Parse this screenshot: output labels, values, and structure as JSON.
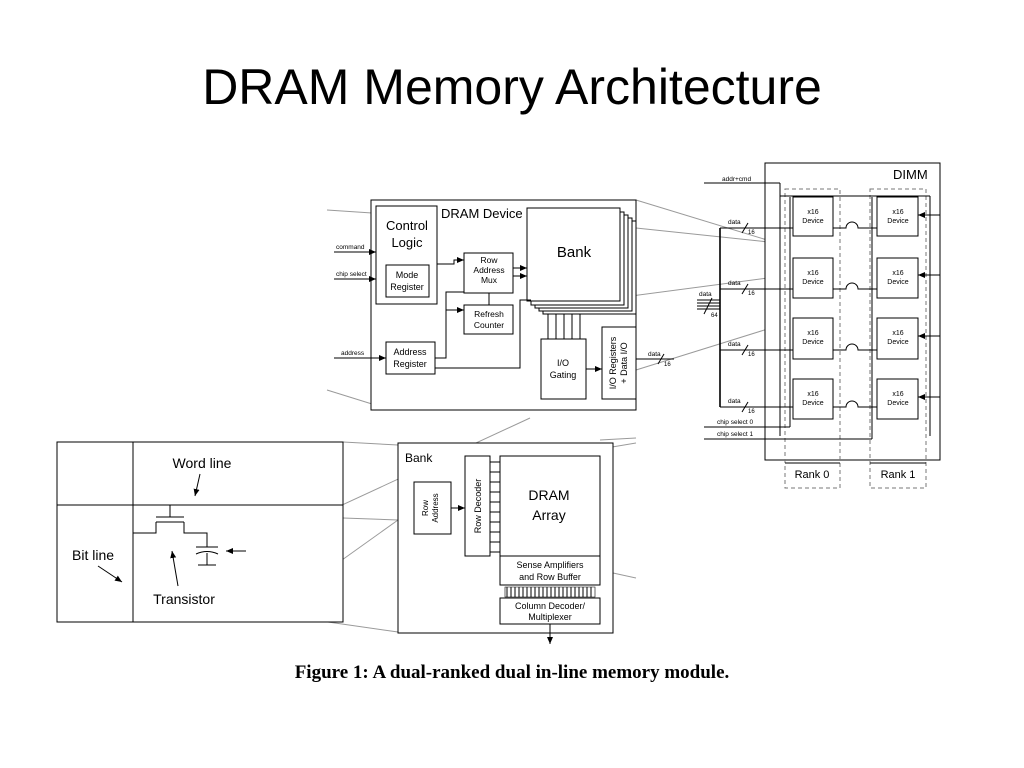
{
  "slide": {
    "title": "DRAM Memory Architecture"
  },
  "figure": {
    "caption": "Figure 1: A dual-ranked dual in-line memory module."
  },
  "dram_device": {
    "title": "DRAM Device",
    "control_logic": [
      "Control",
      "Logic"
    ],
    "mode_register": [
      "Mode",
      "Register"
    ],
    "row_address_mux": [
      "Row",
      "Address",
      "Mux"
    ],
    "refresh_counter": [
      "Refresh",
      "Counter"
    ],
    "address_register": [
      "Address",
      "Register"
    ],
    "bank": "Bank",
    "io_gating": [
      "I/O",
      "Gating"
    ],
    "io_registers": [
      "I/O Registers",
      "+ Data I/O"
    ],
    "inputs": {
      "command": "command",
      "chip_select": "chip select",
      "address": "address"
    },
    "data_label": "data",
    "data_width": "16"
  },
  "dimm": {
    "title": "DIMM",
    "addr_cmd": "addr+cmd",
    "data_label": "data",
    "data_width": "16",
    "bus_label": "data",
    "bus_width": "64",
    "device_label": [
      "x16",
      "Device"
    ],
    "chip_select_0": "chip select 0",
    "chip_select_1": "chip select 1",
    "rank0": "Rank 0",
    "rank1": "Rank 1"
  },
  "bank_detail": {
    "title": "Bank",
    "row_address": [
      "Row",
      "Address"
    ],
    "row_decoder": "Row Decoder",
    "dram_array": [
      "DRAM",
      "Array"
    ],
    "sense_amplifiers": [
      "Sense Amplifiers",
      "and Row Buffer"
    ],
    "column_decoder": [
      "Column Decoder/",
      "Multiplexer"
    ]
  },
  "cell": {
    "word_line": "Word line",
    "bit_line": "Bit line",
    "transistor": "Transistor"
  }
}
